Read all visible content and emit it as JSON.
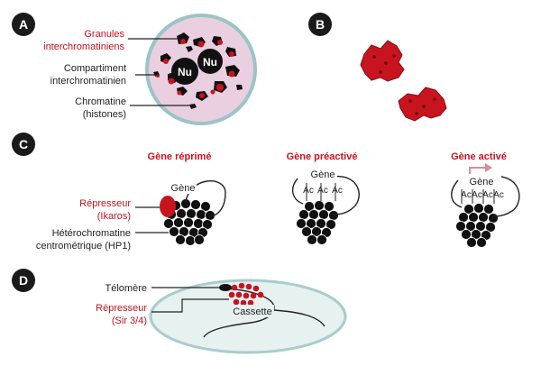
{
  "colors": {
    "red": "#c8141e",
    "dark": "#111111",
    "line": "#222222",
    "cell_fill": "#e9cfe0",
    "cell_stroke": "#9cc4c6",
    "nucleus_fill": "#e6f1f0",
    "nucleus_stroke": "#a9cccd",
    "badge": "#1a1a1a",
    "arrow_pink": "#d98c9c"
  },
  "panels": {
    "a": "A",
    "b": "B",
    "c": "C",
    "d": "D"
  },
  "panel_a": {
    "granules_line1": "Granules",
    "granules_line2": "interchromatiniens",
    "compartment_line1": "Compartiment",
    "compartment_line2": "interchromatinien",
    "chromatin_line1": "Chromatine",
    "chromatin_line2": "(histones)",
    "nucleolus": "Nu"
  },
  "panel_c": {
    "repressed_title": "Gène réprimé",
    "preactivated_title": "Gène préactivé",
    "active_title": "Gène activé",
    "gene": "Gène",
    "acetyl": "Ac",
    "repressor_line1": "Répresseur",
    "repressor_line2": "(Ikaros)",
    "hetero_line1": "Hétérochromatine",
    "hetero_line2": "centrométrique (HP1)"
  },
  "panel_d": {
    "telomere": "Télomère",
    "repressor_line1": "Répresseur",
    "repressor_line2": "(Sir 3/4)",
    "cassette": "Cassette"
  }
}
